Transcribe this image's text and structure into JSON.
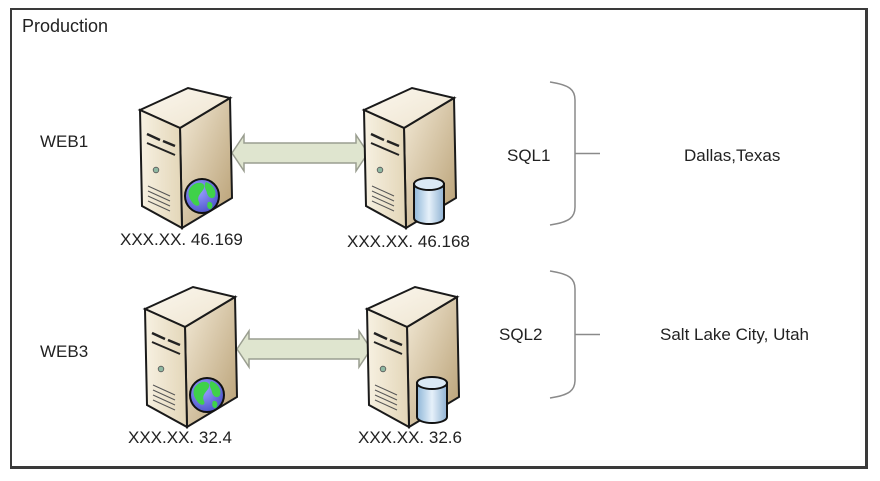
{
  "diagram": {
    "title": "Production",
    "sites": [
      {
        "web": {
          "label": "WEB1",
          "ip": "XXX.XX. 46.169",
          "icon": "globe-icon"
        },
        "sql": {
          "label": "SQL1",
          "ip": "XXX.XX. 46.168",
          "icon": "database-icon"
        },
        "location": "Dallas,Texas"
      },
      {
        "web": {
          "label": "WEB3",
          "ip": "XXX.XX. 32.4",
          "icon": "globe-icon"
        },
        "sql": {
          "label": "SQL2",
          "ip": "XXX.XX. 32.6",
          "icon": "database-icon"
        },
        "location": "Salt Lake City, Utah"
      }
    ],
    "colors": {
      "server_front": "#efe6d2",
      "server_side": "#c8b48e",
      "arrow_fill": "#dfe5cf",
      "arrow_stroke": "#9a9e90",
      "globe_ocean": "#6a73e0",
      "globe_land": "#3fd14a",
      "db_fill": "#bcd6ec",
      "brace": "#8a8a8a"
    }
  }
}
